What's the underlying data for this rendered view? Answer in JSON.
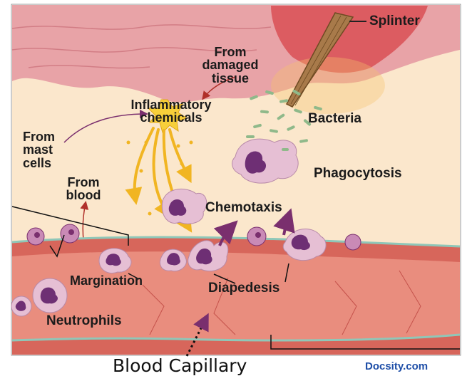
{
  "labels": {
    "splinter": "Splinter",
    "from_damaged_tissue": "From\ndamaged\ntissue",
    "inflammatory_chemicals": "Inflammatory\nchemicals",
    "bacteria": "Bacteria",
    "from_mast_cells": "From\nmast\ncells",
    "from_blood": "From\nblood",
    "phagocytosis": "Phagocytosis",
    "chemotaxis": "Chemotaxis",
    "margination": "Margination",
    "diapedesis": "Diapedesis",
    "neutrophils": "Neutrophils",
    "blood_capillary": "Blood Capillary"
  },
  "watermark": "Docsity.com",
  "colors": {
    "epidermis": "#e8a3a7",
    "dermis": "#fbe7cc",
    "vessel": "#d7665b",
    "vessel_lumen": "#e98d7e",
    "cell": "#e6bfd4",
    "nucleus": "#6e2f74",
    "bacteria": "#8fb98a",
    "chemical_arrow": "#f1b522",
    "watermark": "#1f4fa8"
  }
}
